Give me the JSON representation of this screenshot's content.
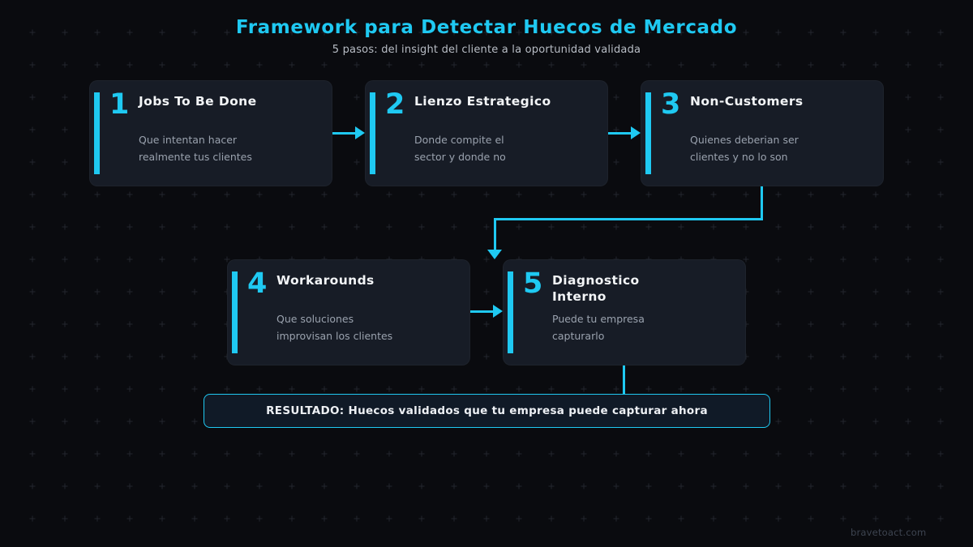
{
  "page": {
    "title": "Framework para Detectar Huecos de Mercado",
    "subtitle": "5 pasos: del insight del cliente a la oportunidad validada",
    "footer": "bravetoact.com"
  },
  "colors": {
    "background": "#0a0b0f",
    "accent": "#1fc9f2",
    "card_background": "#171c26",
    "card_title_text": "#f2f4f6",
    "card_description_text": "#9aa2ae",
    "grid_mark": "#23262e",
    "result_background": "#101a27"
  },
  "steps": [
    {
      "number": "1",
      "title": "Jobs To Be Done",
      "description": "Que intentan hacer\nrealmente tus clientes"
    },
    {
      "number": "2",
      "title": "Lienzo Estrategico",
      "description": "Donde compite el\nsector y donde no"
    },
    {
      "number": "3",
      "title": "Non-Customers",
      "description": "Quienes deberian ser\nclientes y no lo son"
    },
    {
      "number": "4",
      "title": "Workarounds",
      "description": "Que soluciones\nimprovisan los clientes"
    },
    {
      "number": "5",
      "title": "Diagnostico\nInterno",
      "description": "Puede tu empresa\ncapturarlo"
    }
  ],
  "result": {
    "label": "RESULTADO: Huecos validados que tu empresa puede capturar ahora"
  }
}
